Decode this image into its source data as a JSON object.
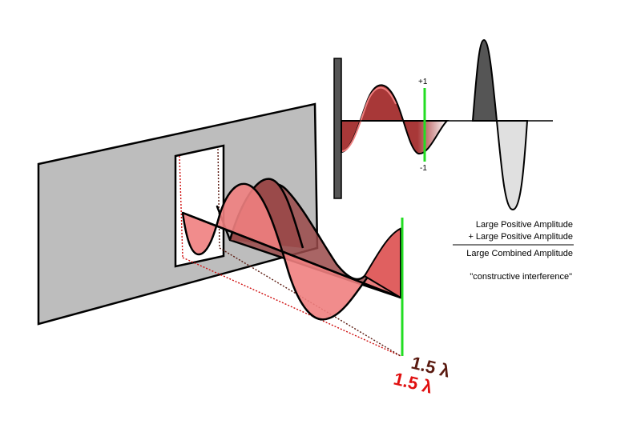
{
  "axis_labels": {
    "plus_one": "+1",
    "minus_one": "-1"
  },
  "distance_labels": {
    "dark_wave": "1.5 λ",
    "red_wave": "1.5 λ"
  },
  "sum": {
    "line_1": "Large Positive Amplitude",
    "line_2": "+  Large Positive Amplitude",
    "result": "Large Combined Amplitude",
    "caption": "\"constructive interference\""
  },
  "colors": {
    "barrier": "#bdbdbd",
    "wave_red": "#f08080",
    "wave_dark": "#9a4a4a",
    "wave_deep": "#a83838",
    "detector": "#22dd22",
    "label_dark": "#5a1a10",
    "label_red": "#e01010",
    "combined_positive": "#555555",
    "combined_negative": "#e0e0e0"
  }
}
